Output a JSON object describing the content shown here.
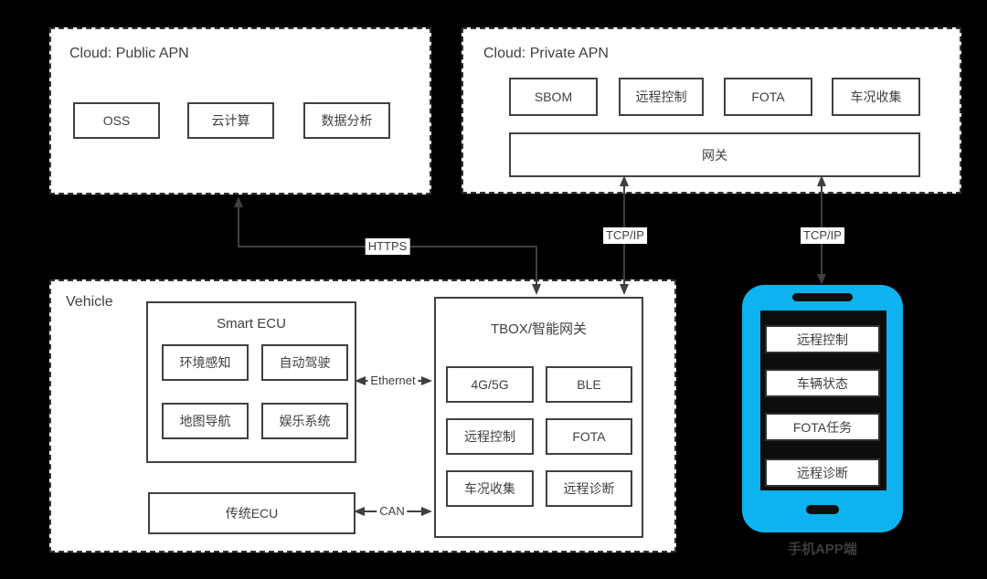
{
  "public_apn": {
    "title": "Cloud: Public APN",
    "items": [
      "OSS",
      "云计算",
      "数据分析"
    ]
  },
  "private_apn": {
    "title": "Cloud: Private APN",
    "items": [
      "SBOM",
      "远程控制",
      "FOTA",
      "车况收集"
    ],
    "gateway": "网关"
  },
  "vehicle": {
    "title": "Vehicle",
    "smart_ecu": {
      "title": "Smart ECU",
      "items": [
        "环境感知",
        "自动驾驶",
        "地图导航",
        "娱乐系统"
      ]
    },
    "legacy_ecu": "传统ECU",
    "tbox": {
      "title": "TBOX/智能网关",
      "items": [
        "4G/5G",
        "BLE",
        "远程控制",
        "FOTA",
        "车况收集",
        "远程诊断"
      ]
    }
  },
  "phone_app": {
    "caption": "手机APP端",
    "items": [
      "远程控制",
      "车辆状态",
      "FOTA任务",
      "远程诊断"
    ]
  },
  "connections": {
    "https": "HTTPS",
    "tcpip_cloud_tbox": "TCP/IP",
    "tcpip_cloud_phone": "TCP/IP",
    "ethernet": "Ethernet",
    "can": "CAN"
  },
  "colors": {
    "background": "#000000",
    "node_fill": "#ffffff",
    "line": "#3f3f3f",
    "phone_accent": "#0cb3ee"
  }
}
